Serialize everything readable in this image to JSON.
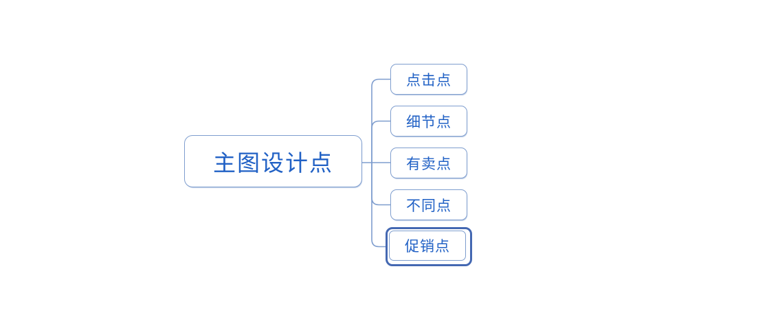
{
  "mindmap": {
    "root": {
      "label": "主图设计点",
      "selected": false
    },
    "children": [
      {
        "label": "点击点",
        "selected": false
      },
      {
        "label": "细节点",
        "selected": false
      },
      {
        "label": "有卖点",
        "selected": false
      },
      {
        "label": "不同点",
        "selected": false
      },
      {
        "label": "促销点",
        "selected": true
      }
    ]
  },
  "colors": {
    "node_border": "#7e9dce",
    "connector_line": "#7e9dce",
    "node_text": "#2161c5",
    "selection_border": "#4468b2",
    "node_fill": "#ffffff",
    "canvas_background": "#ffffff"
  }
}
